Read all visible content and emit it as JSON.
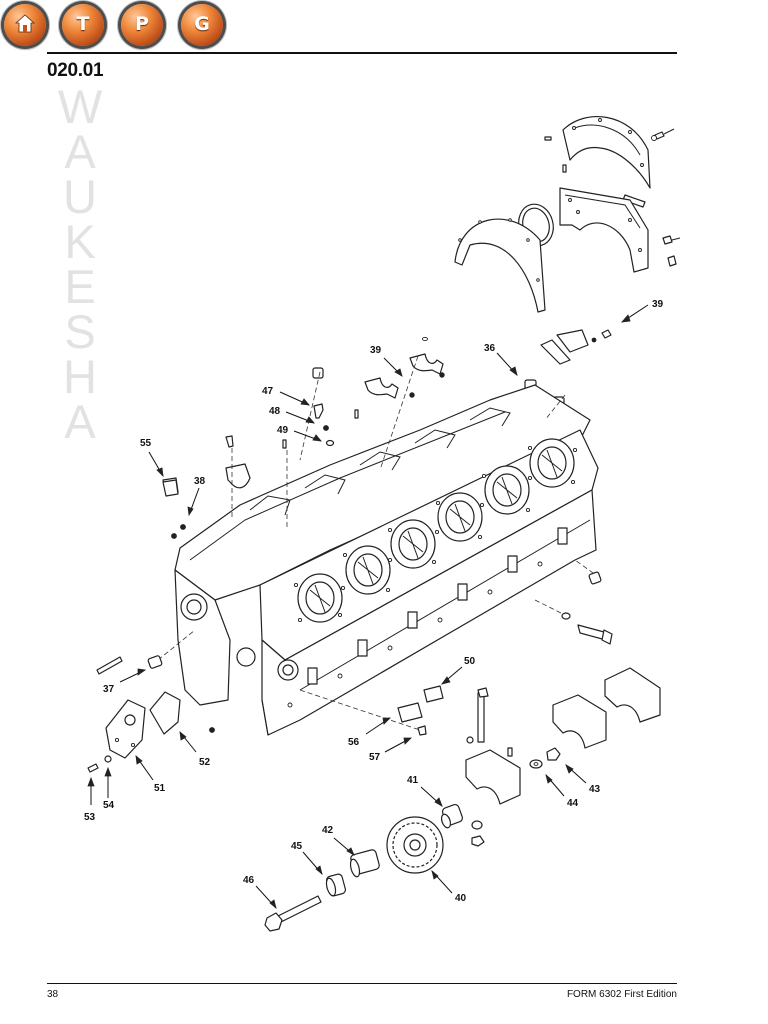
{
  "nav": {
    "buttons": [
      {
        "id": "home",
        "glyph": "",
        "icon": "home-icon"
      },
      {
        "id": "t",
        "glyph": "T"
      },
      {
        "id": "p",
        "glyph": "P"
      },
      {
        "id": "g",
        "glyph": "G"
      }
    ]
  },
  "colors": {
    "nav_button": "#f08a3c",
    "watermark": "#e2e2e2",
    "rule": "#111111"
  },
  "header": {
    "section": "020.01"
  },
  "watermark": {
    "letters": [
      "W",
      "A",
      "U",
      "K",
      "E",
      "S",
      "H",
      "A"
    ]
  },
  "diagram": {
    "callouts": [
      "39",
      "36",
      "39",
      "47",
      "48",
      "49",
      "55",
      "38",
      "37",
      "50",
      "56",
      "57",
      "52",
      "51",
      "53",
      "54",
      "41",
      "43",
      "44",
      "42",
      "45",
      "46",
      "40"
    ]
  },
  "footer": {
    "page": "38",
    "form": "FORM 6302 First Edition"
  }
}
